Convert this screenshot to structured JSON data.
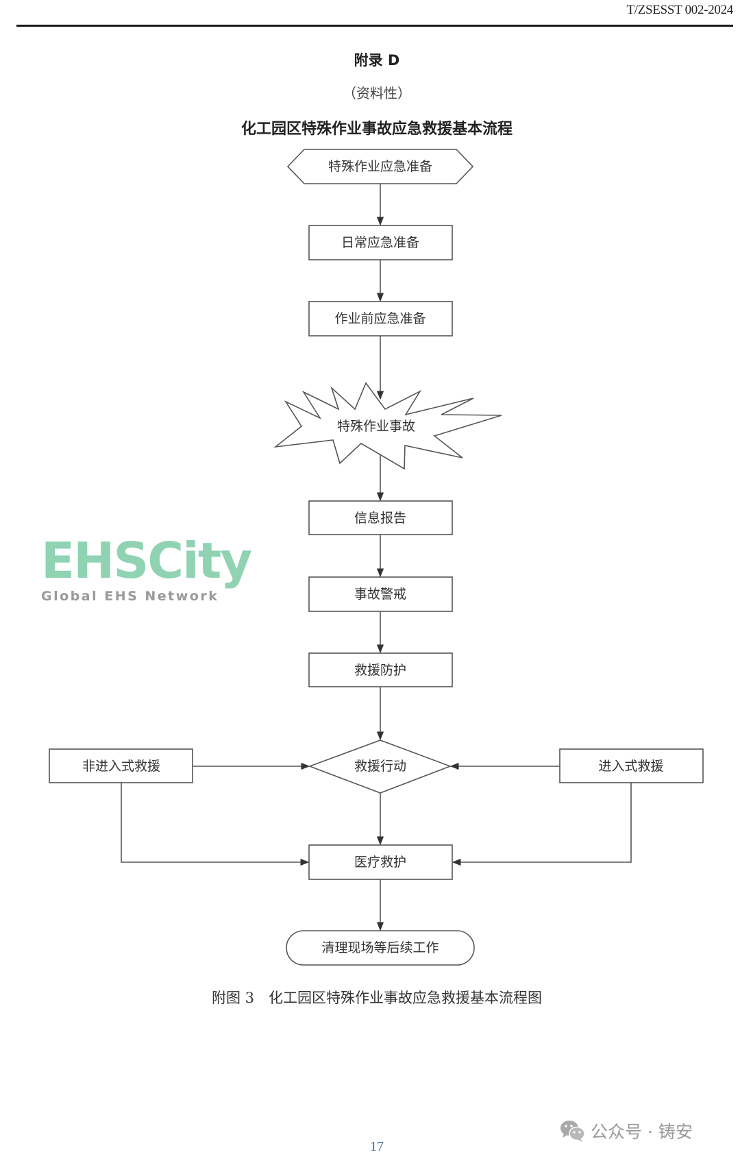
{
  "header": {
    "doc_code": "T/ZSESST 002-2024"
  },
  "appendix": {
    "title": "附录 D",
    "note": "（资料性）",
    "chart_title": "化工园区特殊作业事故应急救援基本流程"
  },
  "flowchart": {
    "nodes": {
      "start": "特殊作业应急准备",
      "daily": "日常应急准备",
      "pre_work": "作业前应急准备",
      "accident": "特殊作业事故",
      "report": "信息报告",
      "alert": "事故警戒",
      "protection": "救援防护",
      "action": "救援行动",
      "non_entry": "非进入式救援",
      "entry": "进入式救援",
      "medical": "医疗救护",
      "end": "清理现场等后续工作"
    },
    "edges": [
      [
        "start",
        "daily"
      ],
      [
        "daily",
        "pre_work"
      ],
      [
        "pre_work",
        "accident"
      ],
      [
        "accident",
        "report"
      ],
      [
        "report",
        "alert"
      ],
      [
        "alert",
        "protection"
      ],
      [
        "protection",
        "action"
      ],
      [
        "non_entry",
        "action"
      ],
      [
        "entry",
        "action"
      ],
      [
        "action",
        "medical"
      ],
      [
        "non_entry",
        "medical"
      ],
      [
        "entry",
        "medical"
      ],
      [
        "medical",
        "end"
      ]
    ]
  },
  "caption": "附图 3　化工园区特殊作业事故应急救援基本流程图",
  "page_number": "17",
  "watermarks": {
    "ehs_logo": "EHSCity",
    "ehs_tagline": "Global EHS Network",
    "wechat_account": "公众号 · 铸安"
  },
  "colors": {
    "line": "#444444",
    "ehs_green": "#8fd3b2",
    "page_number": "#4a6b80"
  }
}
